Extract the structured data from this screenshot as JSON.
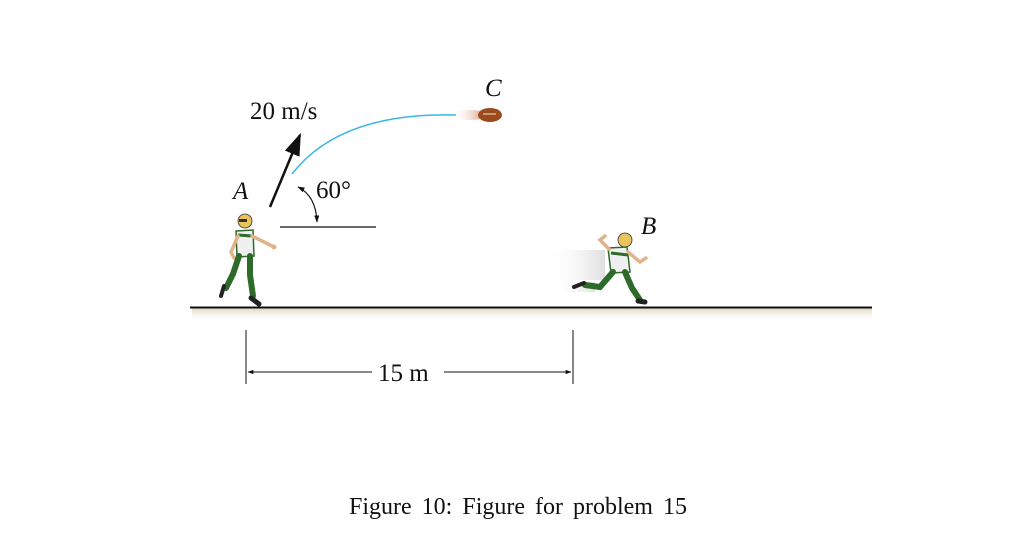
{
  "figure": {
    "labels": {
      "speed": "20 m/s",
      "point_a": "A",
      "point_b": "B",
      "point_c": "C",
      "angle": "60°",
      "distance": "15 m"
    },
    "colors": {
      "trajectory": "#3ab6e6",
      "ink": "#111111",
      "football": "#9a4a1c",
      "jersey": "#2e6b2a",
      "helmet": "#e8c45a"
    }
  },
  "caption": "Figure 10: Figure for problem 15"
}
